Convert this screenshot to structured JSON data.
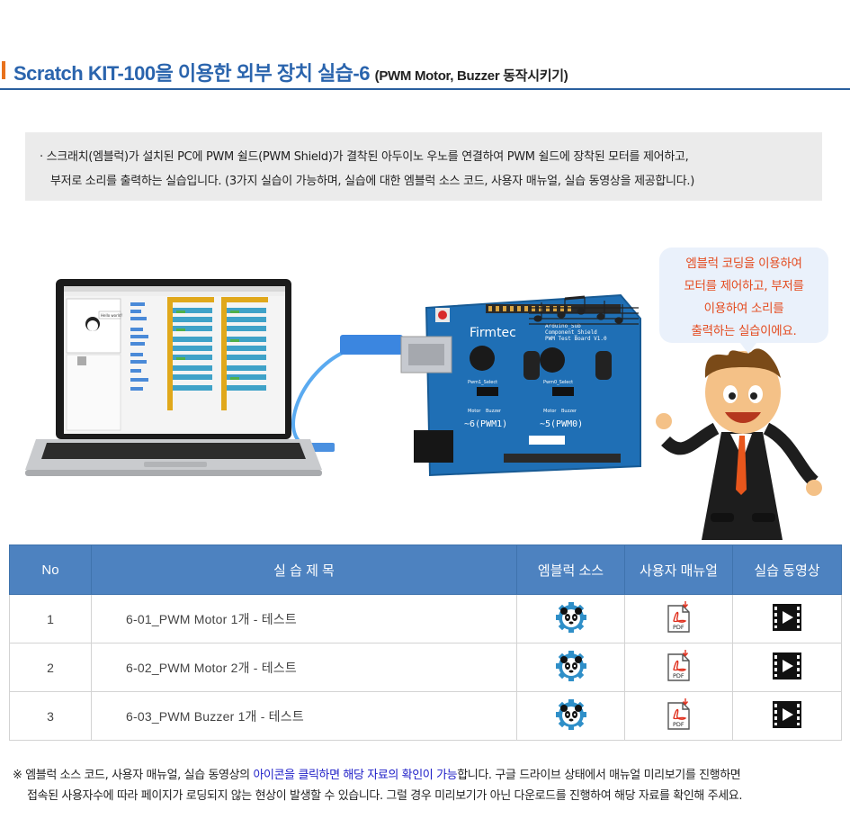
{
  "header": {
    "title": "Scratch KIT-100을 이용한 외부 장치 실습-6",
    "subtitle": "(PWM Motor, Buzzer 동작시키기)"
  },
  "description": {
    "line1": "· 스크래치(엠블럭)가 설치된 PC에 PWM 쉴드(PWM Shield)가 결착된 아두이노 우노를 연결하여 PWM 쉴드에 장착된 모터를 제어하고,",
    "line2": "부저로 소리를 출력하는 실습입니다.  (3가지 실습이 가능하며, 실습에 대한 엠블럭 소스 코드, 사용자 매뉴얼, 실습 동영상을 제공합니다.)"
  },
  "illustration": {
    "bubble_lines": [
      "엠블럭 코딩을 이용하여",
      "모터를 제어하고, 부저를",
      "이용하여 소리를",
      "출력하는 실습이에요."
    ],
    "board_brand": "Firmtec",
    "board_label1": "Arduino_Sub",
    "board_label2": "Component_Shield",
    "board_label3": "PWM Test Board V1.0",
    "pwm1": "~6(PWM1)",
    "pwm0": "~5(PWM0)",
    "motor_label": "Motor",
    "buzzer_label": "Buzzer",
    "pwm1_select": "Pwm1_Select",
    "pwm0_select": "Pwm0_Select",
    "sprite_text": "Hello world!"
  },
  "table": {
    "headers": {
      "no": "No",
      "title": "실 습 제 목",
      "source": "엠블럭 소스",
      "manual": "사용자 매뉴얼",
      "video": "실습 동영상"
    },
    "pdf_text": "PDF",
    "rows": [
      {
        "no": "1",
        "title": "6-01_PWM Motor 1개 - 테스트"
      },
      {
        "no": "2",
        "title": "6-02_PWM Motor 2개 - 테스트"
      },
      {
        "no": "3",
        "title": "6-03_PWM Buzzer 1개 - 테스트"
      }
    ]
  },
  "note": {
    "part1": "※ 엠블럭 소스 코드, 사용자 매뉴얼, 실습 동영상의 ",
    "highlight": "아이콘을 클릭하면 해당 자료의 확인이 가능",
    "part2": "합니다.  구글 드라이브 상태에서 매뉴얼 미리보기를 진행하면",
    "line2": "접속된 사용자수에 따라 페이지가 로딩되지 않는 현상이 발생할 수 있습니다.  그럴 경우 미리보기가 아닌 다운로드를 진행하여 해당 자료를 확인해 주세요."
  },
  "colors": {
    "accent": "#2a64ad",
    "header_bg": "#4d82c0",
    "orange": "#e8711c",
    "bubble_text": "#e44a1e",
    "board": "#1f6fb5"
  }
}
